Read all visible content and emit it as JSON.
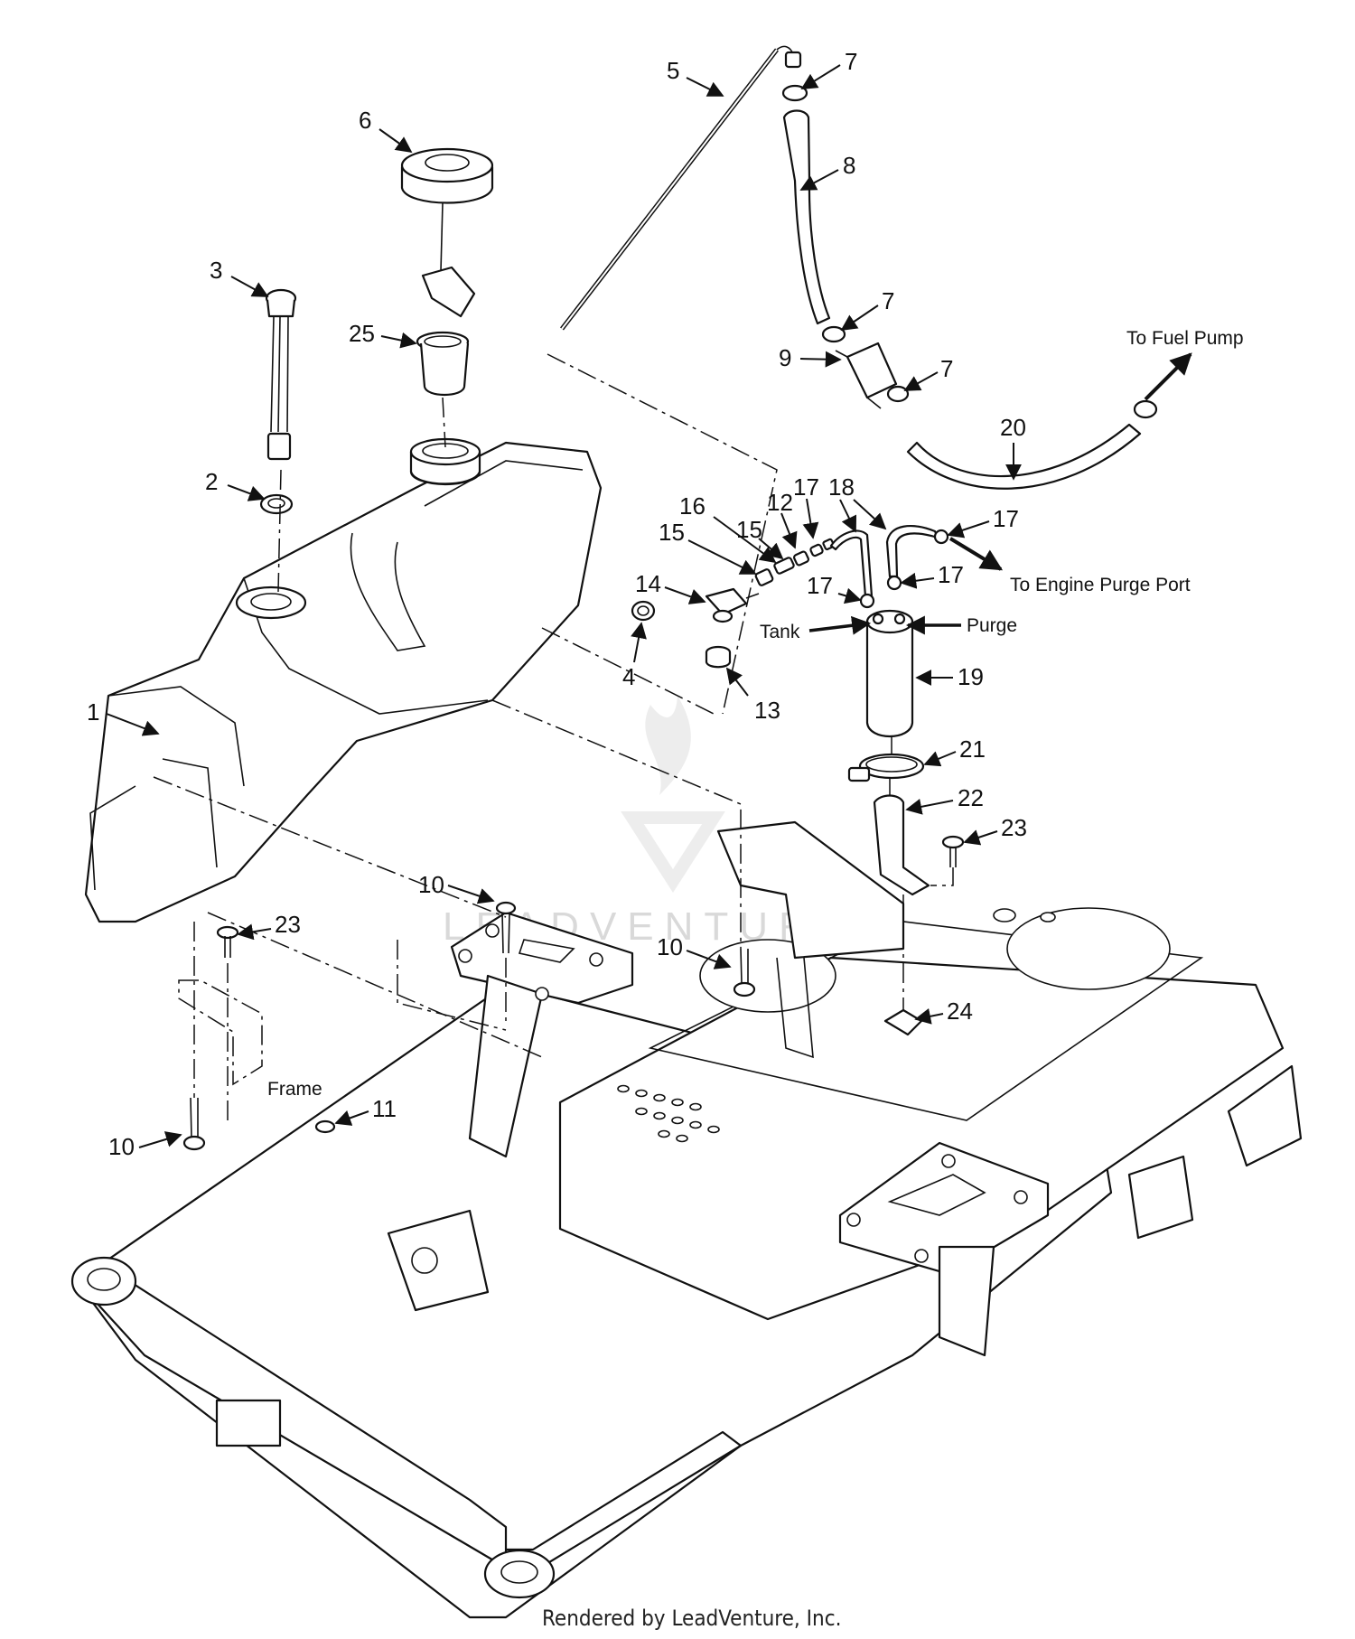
{
  "callouts": {
    "c1": "1",
    "c2": "2",
    "c3": "3",
    "c4": "4",
    "c5": "5",
    "c6": "6",
    "c7a": "7",
    "c7b": "7",
    "c7c": "7",
    "c8": "8",
    "c9": "9",
    "c10a": "10",
    "c10b": "10",
    "c10c": "10",
    "c11": "11",
    "c12": "12",
    "c13": "13",
    "c14": "14",
    "c15a": "15",
    "c15b": "15",
    "c16": "16",
    "c17a": "17",
    "c17b": "17",
    "c17c": "17",
    "c17d": "17",
    "c18": "18",
    "c19": "19",
    "c20": "20",
    "c21": "21",
    "c22": "22",
    "c23a": "23",
    "c23b": "23",
    "c24": "24",
    "c25": "25"
  },
  "notes": {
    "fuel_pump": "To Fuel Pump",
    "purge_port": "To Engine Purge Port",
    "tank": "Tank",
    "purge": "Purge",
    "frame": "Frame"
  },
  "watermark": "LEADVENTURE",
  "footer": "Rendered by LeadVenture, Inc.",
  "colors": {
    "line": "#111111",
    "watermark": "#d9d9d9"
  }
}
